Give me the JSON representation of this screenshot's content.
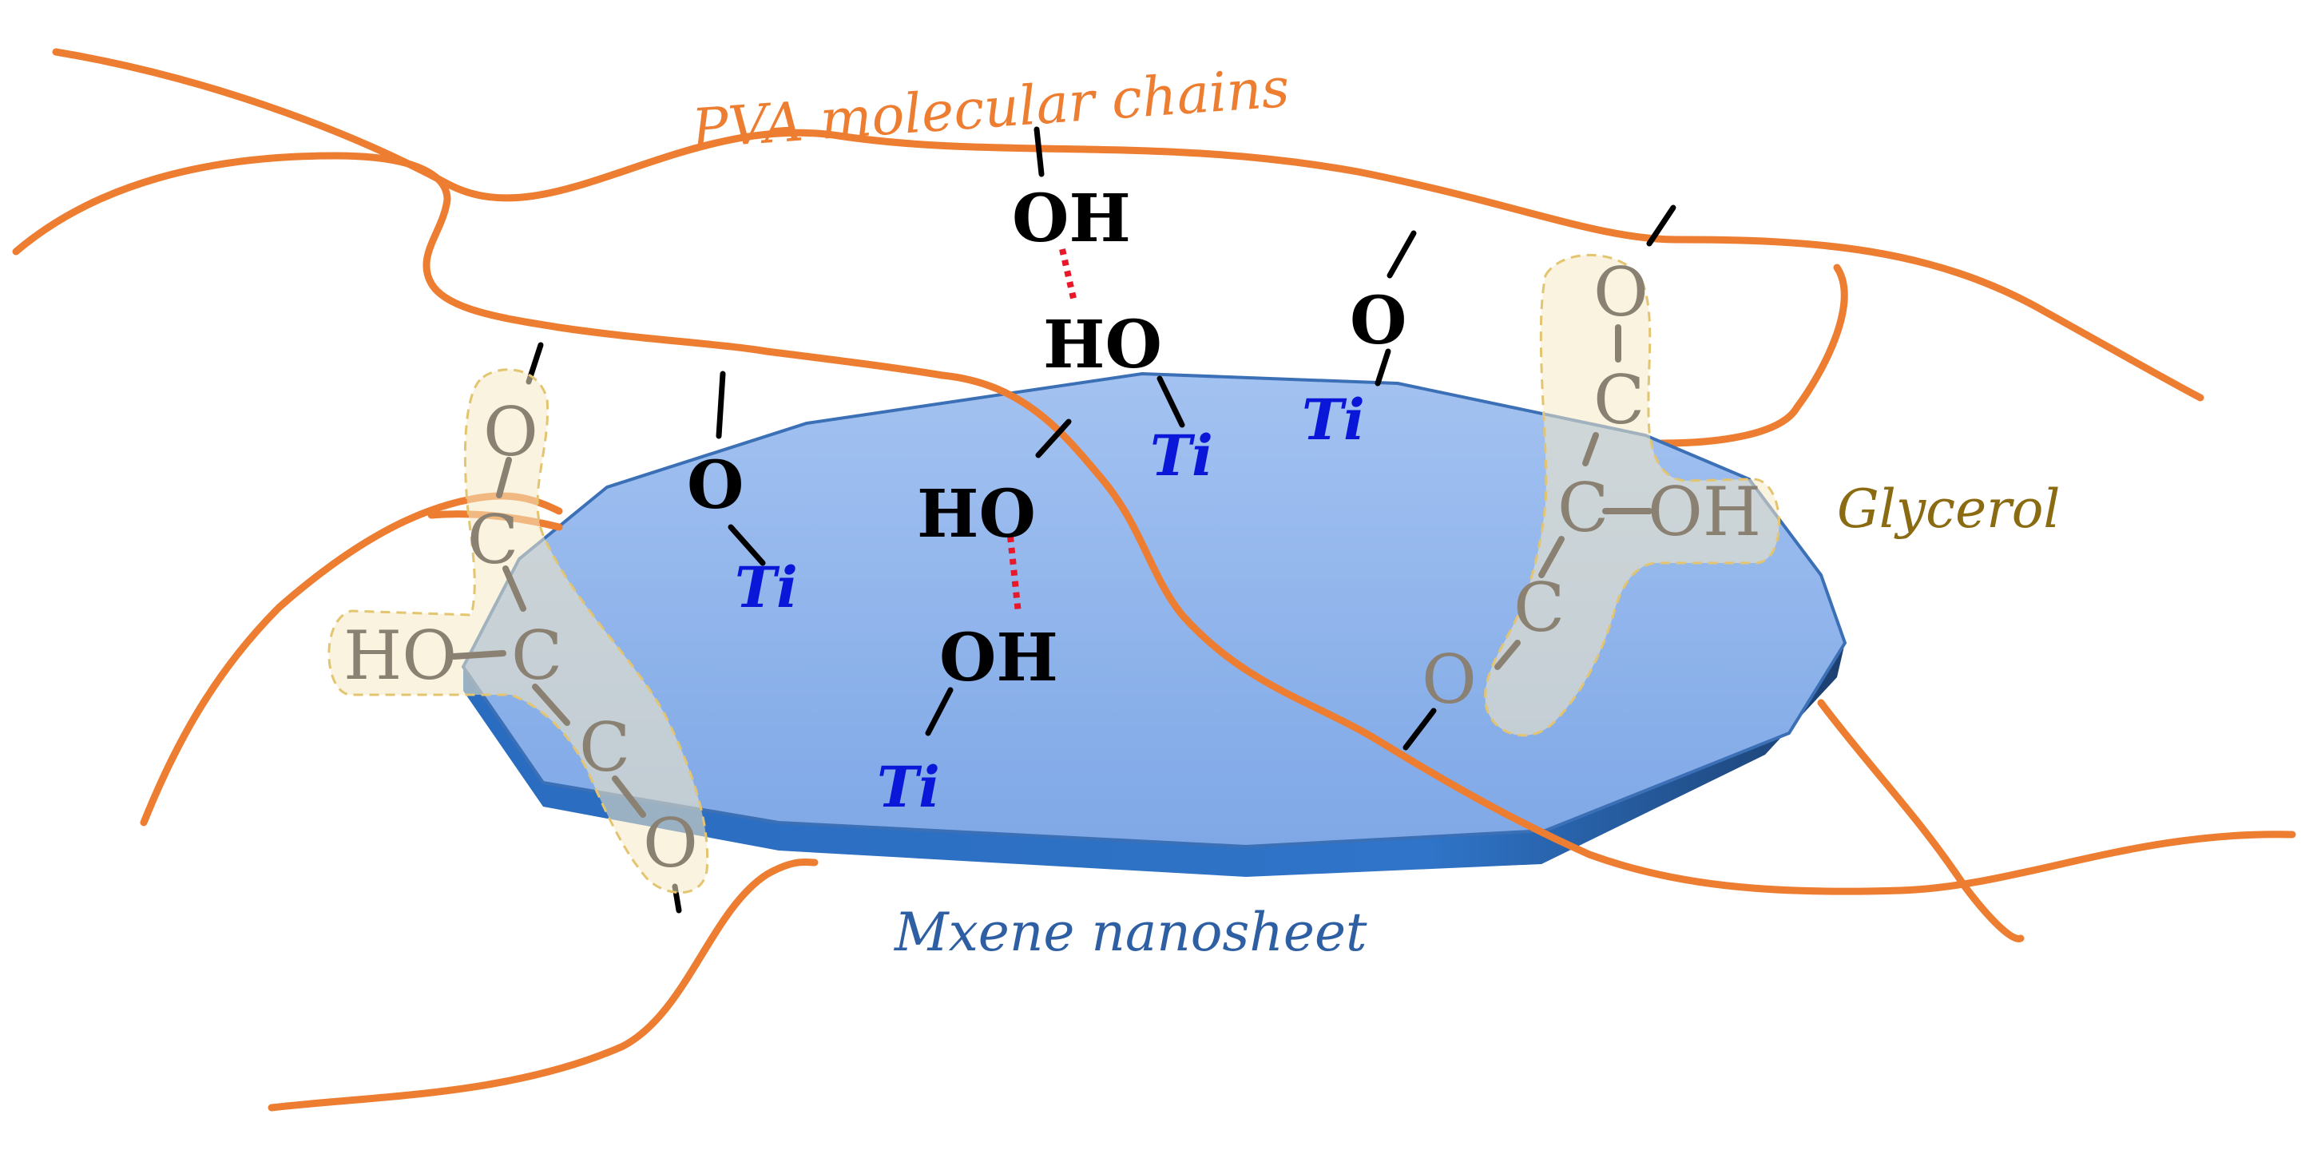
{
  "labels": {
    "pva": "PVA molecular chains",
    "mxene": "Mxene nanosheet",
    "glycerol": "Glycerol"
  },
  "atoms": {
    "oh": "OH",
    "ho": "HO",
    "o": "O",
    "ti": "Ti",
    "c": "C"
  },
  "colors": {
    "pva_chain": "#ed7d31",
    "mxene_top": "#8cb1e9",
    "mxene_edge": "#2f6fbd",
    "ti": "#0a16d8",
    "hydrogen_bond": "#e8182a",
    "glycerol": "#8a8172",
    "glycerol_label": "#8a6b12"
  }
}
